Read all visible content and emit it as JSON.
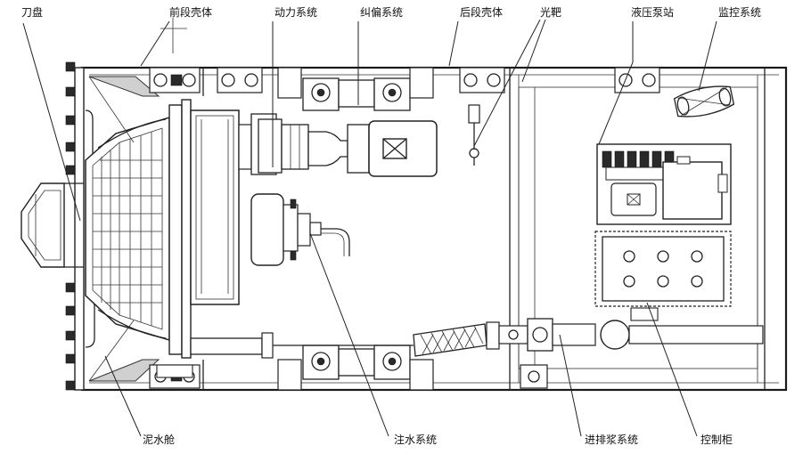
{
  "labels": {
    "cutterhead": "刀盘",
    "front_shell": "前段壳体",
    "power_system": "动力系统",
    "deviation_system": "纠偏系统",
    "rear_shell": "后段壳体",
    "laser_target": "光靶",
    "hydraulic_station": "液压泵站",
    "monitoring_system": "监控系统",
    "mud_chamber": "泥水舱",
    "water_injection": "注水系统",
    "slurry_system": "进排浆系统",
    "control_cabinet": "控制柜"
  }
}
